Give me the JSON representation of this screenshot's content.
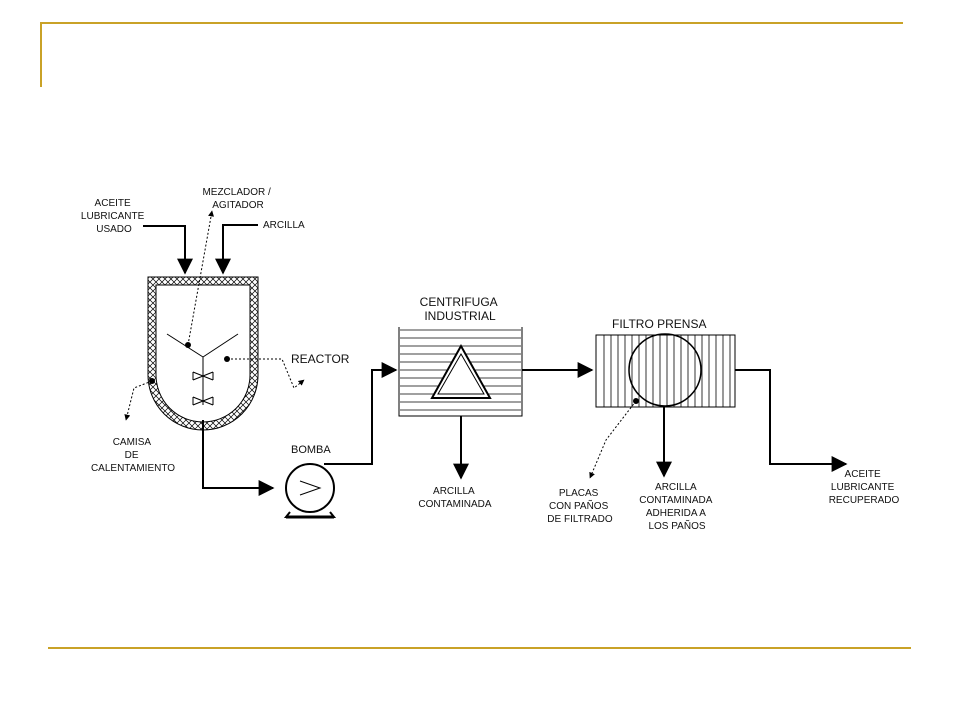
{
  "colors": {
    "accent_rule": "#C9A227",
    "ink": "#000000"
  },
  "labels": {
    "feed_oil": [
      "ACEITE",
      "LUBRICANTE",
      "USADO"
    ],
    "mixer": [
      "MEZCLADOR /",
      "AGITADOR"
    ],
    "clay_in": "ARCILLA",
    "reactor": "REACTOR",
    "jacket": [
      "CAMISA",
      "DE",
      "CALENTAMIENTO"
    ],
    "pump": "BOMBA",
    "centrifuge": [
      "CENTRIFUGA",
      "INDUSTRIAL"
    ],
    "centrifuge_out": [
      "ARCILLA",
      "CONTAMINADA"
    ],
    "filter_press": "FILTRO PRENSA",
    "plates": [
      "PLACAS",
      "CON PAÑOS",
      "DE FILTRADO"
    ],
    "filter_out": [
      "ARCILLA",
      "CONTAMINADA",
      "ADHERIDA A",
      "LOS PAÑOS"
    ],
    "product": [
      "ACEITE",
      "LUBRICANTE",
      "RECUPERADO"
    ]
  }
}
